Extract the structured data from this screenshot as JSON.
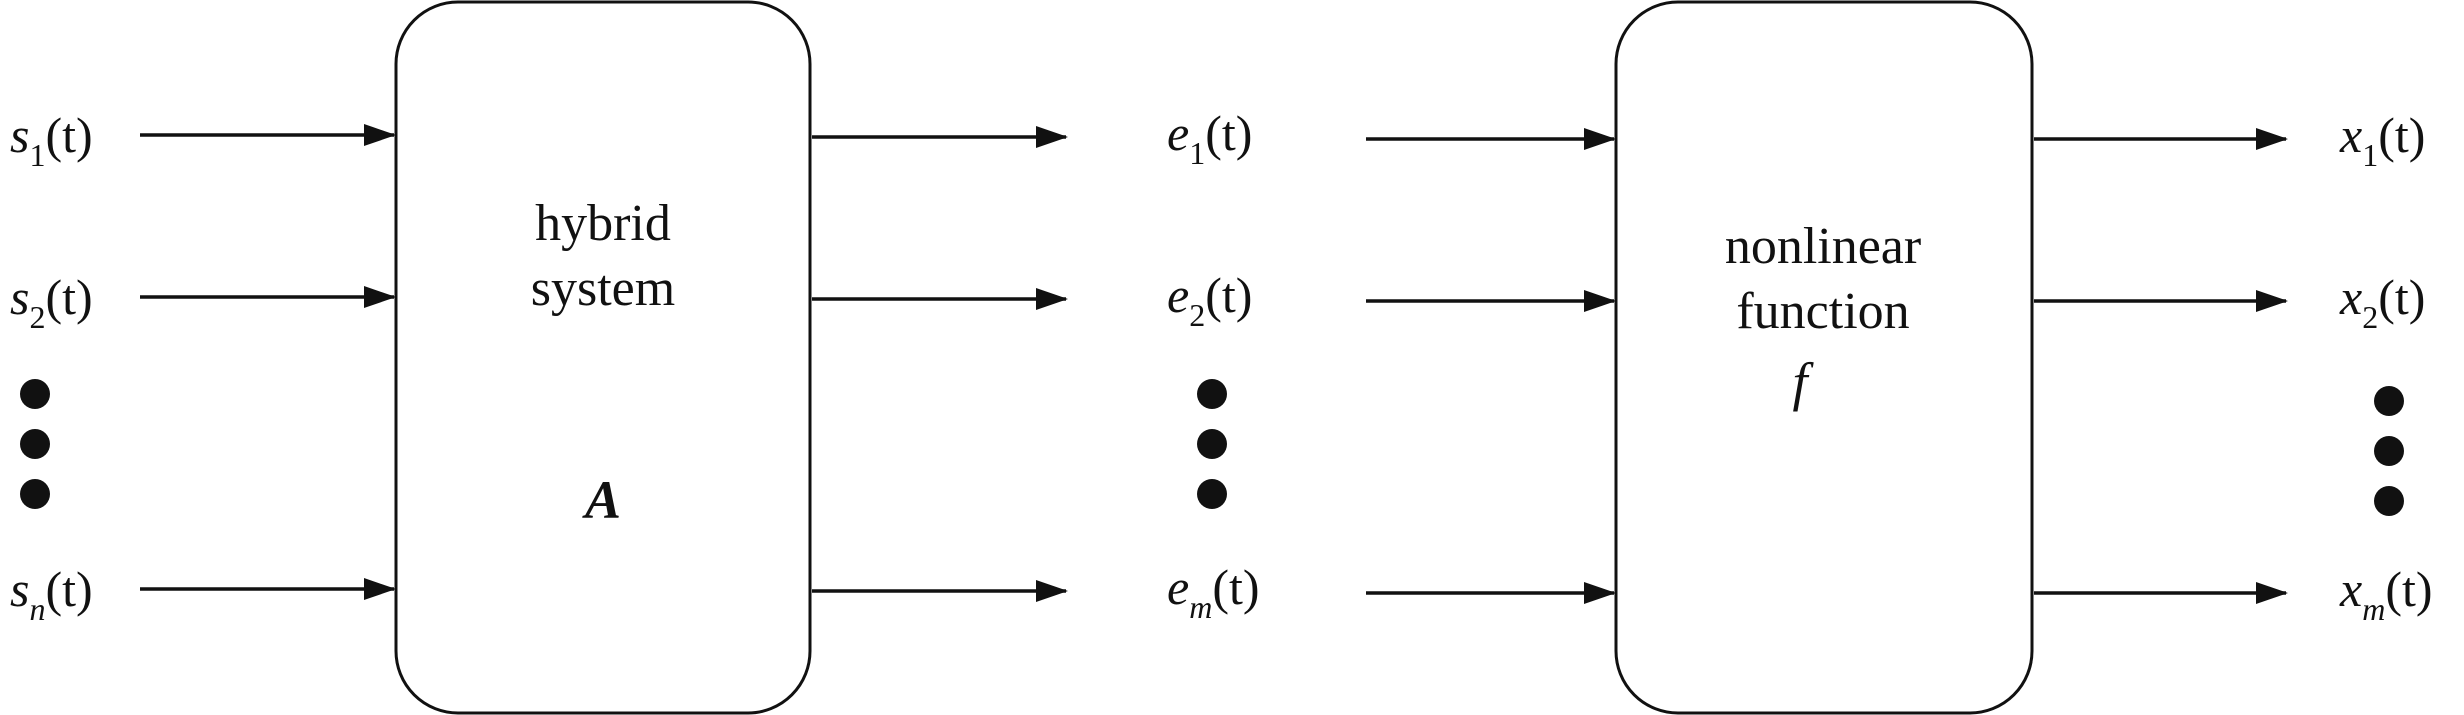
{
  "inputs": {
    "s1": {
      "base": "s",
      "sub": "1",
      "arg": "(t)"
    },
    "s2": {
      "base": "s",
      "sub": "2",
      "arg": "(t)"
    },
    "sn": {
      "base": "s",
      "sub": "n",
      "arg": "(t)"
    }
  },
  "mixtures": {
    "e1": {
      "base": "e",
      "sub": "1",
      "arg": "(t)"
    },
    "e2": {
      "base": "e",
      "sub": "2",
      "arg": "(t)"
    },
    "em": {
      "base": "e",
      "sub": "m",
      "arg": "(t)"
    }
  },
  "outputs": {
    "x1": {
      "base": "x",
      "sub": "1",
      "arg": "(t)"
    },
    "x2": {
      "base": "x",
      "sub": "2",
      "arg": "(t)"
    },
    "xm": {
      "base": "x",
      "sub": "m",
      "arg": "(t)"
    }
  },
  "hybrid_block": {
    "line1": "hybrid",
    "line2": "system",
    "symbol": "A"
  },
  "nonlinear_block": {
    "line1": "nonlinear",
    "line2": "function",
    "symbol": "f"
  },
  "colors": {
    "stroke": "#111111",
    "background": "#ffffff"
  }
}
